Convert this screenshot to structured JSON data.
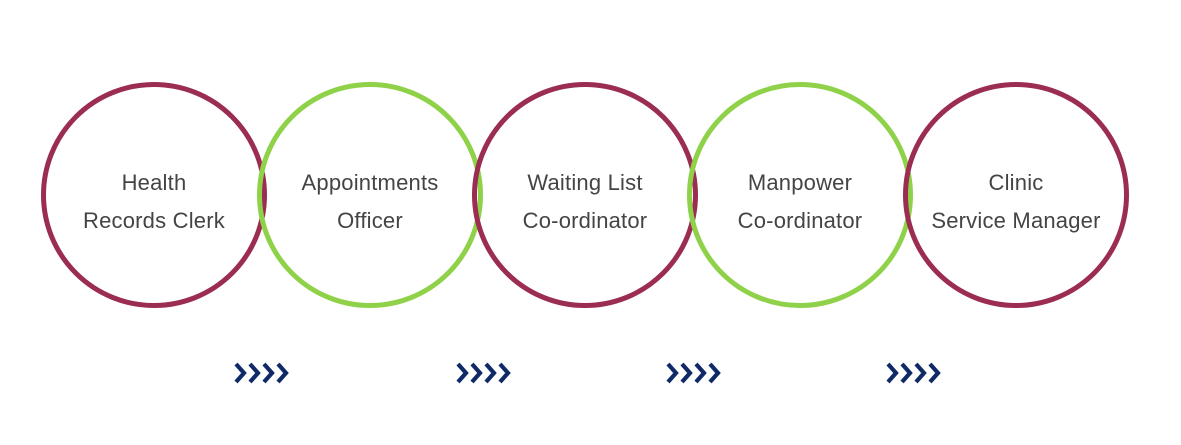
{
  "diagram": {
    "stages": [
      {
        "line1": "Health",
        "line2": "Records Clerk",
        "ring_color": "#9a2d51"
      },
      {
        "line1": "Appointments",
        "line2": "Officer",
        "ring_color": "#8fd24a"
      },
      {
        "line1": "Waiting List",
        "line2": "Co-ordinator",
        "ring_color": "#9a2d51"
      },
      {
        "line1": "Manpower",
        "line2": "Co-ordinator",
        "ring_color": "#8fd24a"
      },
      {
        "line1": "Clinic",
        "line2": "Service Manager",
        "ring_color": "#9a2d51"
      }
    ],
    "arrow_color": "#0f2a66",
    "arrow_icon": "chevrons-right-icon",
    "text_color": "#444444"
  }
}
